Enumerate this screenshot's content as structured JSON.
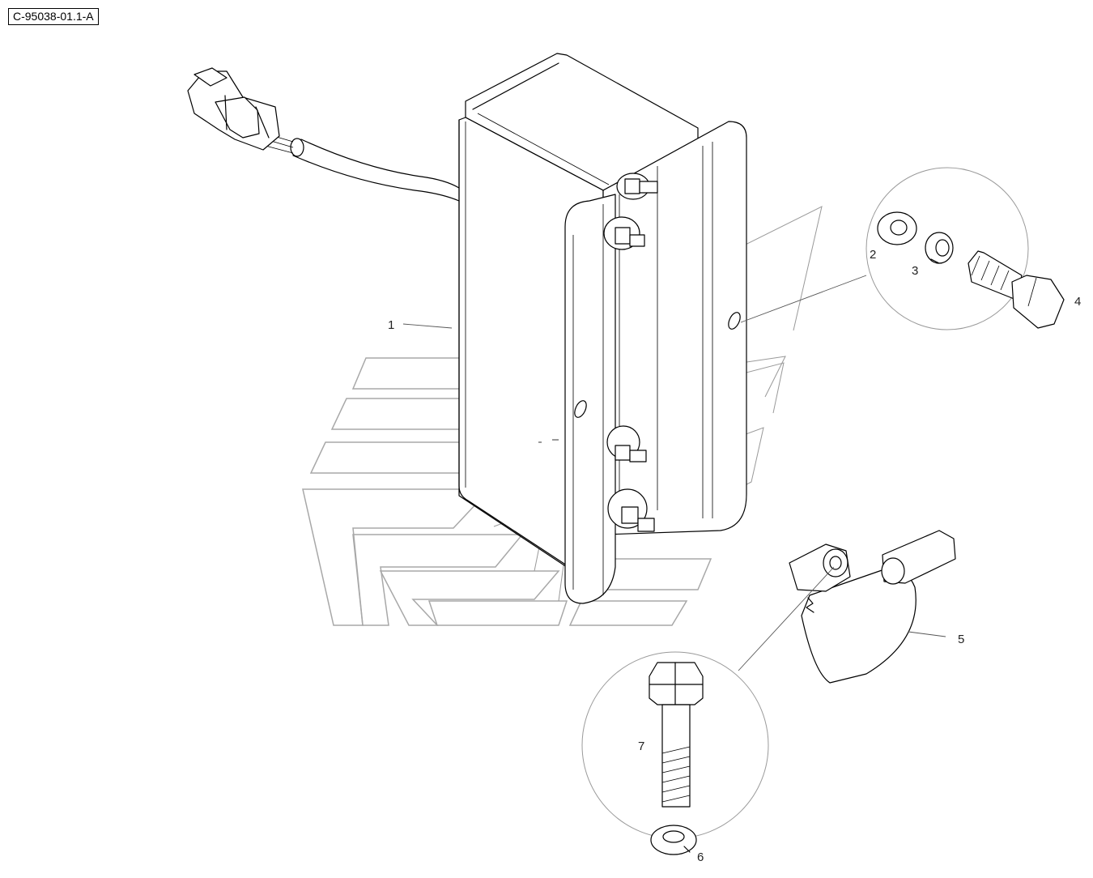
{
  "drawing_id": "C-95038-01.1-A",
  "callouts": [
    {
      "id": "1",
      "label": "1"
    },
    {
      "id": "2",
      "label": "2"
    },
    {
      "id": "3",
      "label": "3"
    },
    {
      "id": "4",
      "label": "4"
    },
    {
      "id": "5",
      "label": "5"
    },
    {
      "id": "6",
      "label": "6"
    },
    {
      "id": "7",
      "label": "7"
    }
  ]
}
